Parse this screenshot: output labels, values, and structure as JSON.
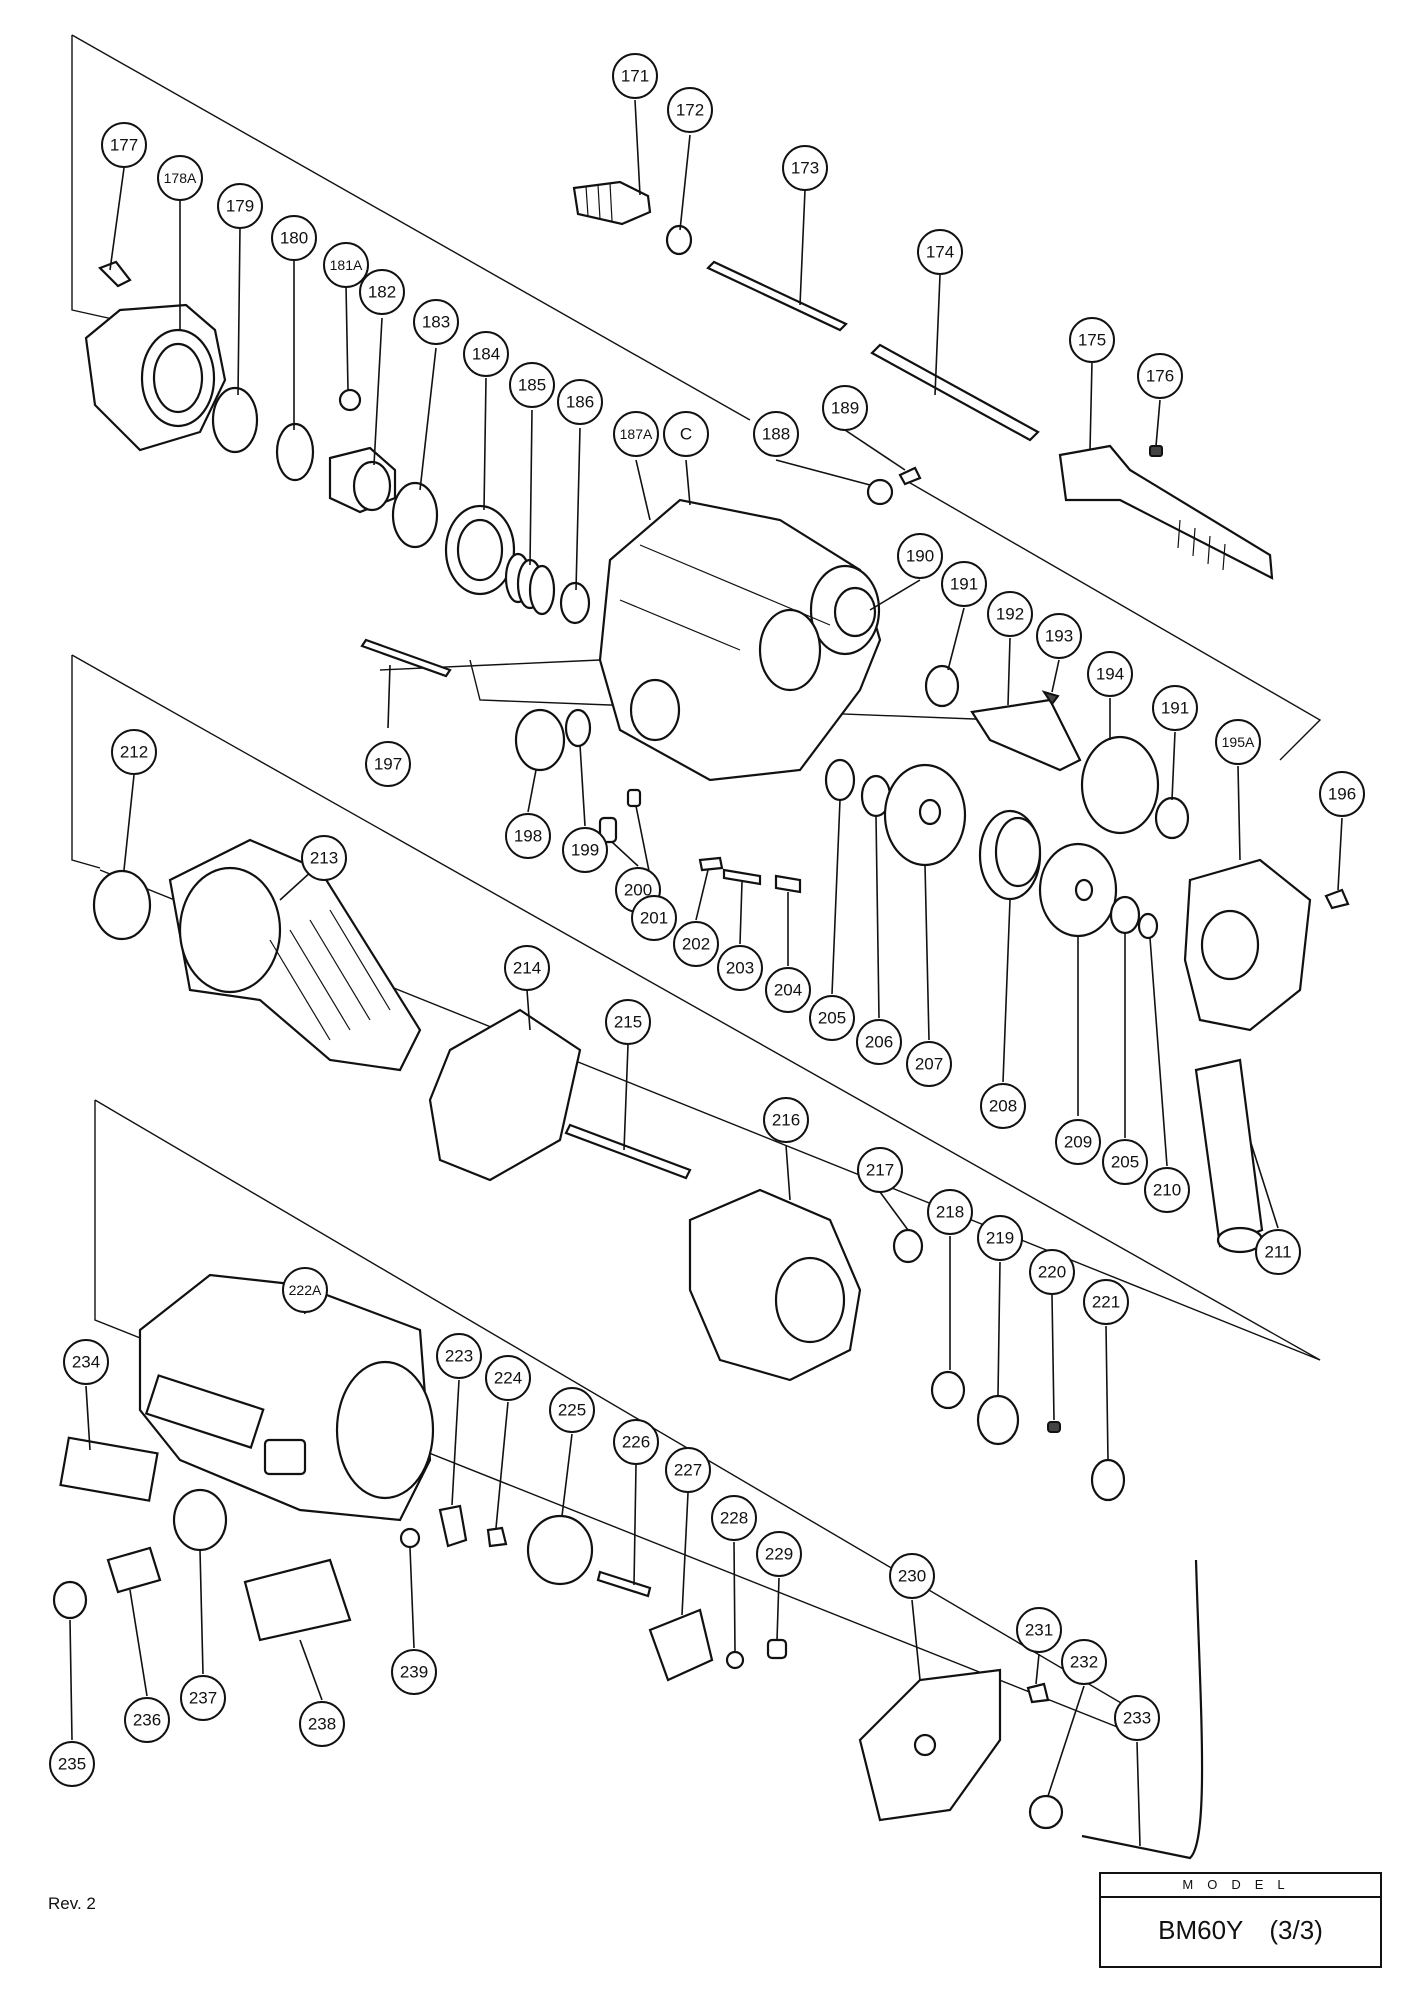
{
  "revision": "Rev. 2",
  "model_box": {
    "label": "MODEL",
    "model": "BM60Y",
    "sheet": "(3/3)"
  },
  "callouts": [
    {
      "id": "171",
      "label": "171"
    },
    {
      "id": "172",
      "label": "172"
    },
    {
      "id": "173",
      "label": "173"
    },
    {
      "id": "174",
      "label": "174"
    },
    {
      "id": "175",
      "label": "175"
    },
    {
      "id": "176",
      "label": "176"
    },
    {
      "id": "177",
      "label": "177"
    },
    {
      "id": "178A",
      "label": "178A"
    },
    {
      "id": "179",
      "label": "179"
    },
    {
      "id": "180",
      "label": "180"
    },
    {
      "id": "181A",
      "label": "181A"
    },
    {
      "id": "182",
      "label": "182"
    },
    {
      "id": "183",
      "label": "183"
    },
    {
      "id": "184",
      "label": "184"
    },
    {
      "id": "185",
      "label": "185"
    },
    {
      "id": "186",
      "label": "186"
    },
    {
      "id": "187A",
      "label": "187A"
    },
    {
      "id": "C",
      "label": "C"
    },
    {
      "id": "188",
      "label": "188"
    },
    {
      "id": "189",
      "label": "189"
    },
    {
      "id": "190",
      "label": "190"
    },
    {
      "id": "191a",
      "label": "191"
    },
    {
      "id": "192",
      "label": "192"
    },
    {
      "id": "193",
      "label": "193"
    },
    {
      "id": "194",
      "label": "194"
    },
    {
      "id": "191b",
      "label": "191"
    },
    {
      "id": "195A",
      "label": "195A"
    },
    {
      "id": "196",
      "label": "196"
    },
    {
      "id": "197",
      "label": "197"
    },
    {
      "id": "198",
      "label": "198"
    },
    {
      "id": "199",
      "label": "199"
    },
    {
      "id": "200",
      "label": "200"
    },
    {
      "id": "201",
      "label": "201"
    },
    {
      "id": "202",
      "label": "202"
    },
    {
      "id": "203",
      "label": "203"
    },
    {
      "id": "204",
      "label": "204"
    },
    {
      "id": "205a",
      "label": "205"
    },
    {
      "id": "206",
      "label": "206"
    },
    {
      "id": "207",
      "label": "207"
    },
    {
      "id": "208",
      "label": "208"
    },
    {
      "id": "209",
      "label": "209"
    },
    {
      "id": "205b",
      "label": "205"
    },
    {
      "id": "210",
      "label": "210"
    },
    {
      "id": "211",
      "label": "211"
    },
    {
      "id": "212",
      "label": "212"
    },
    {
      "id": "213",
      "label": "213"
    },
    {
      "id": "214",
      "label": "214"
    },
    {
      "id": "215",
      "label": "215"
    },
    {
      "id": "216",
      "label": "216"
    },
    {
      "id": "217",
      "label": "217"
    },
    {
      "id": "218",
      "label": "218"
    },
    {
      "id": "219",
      "label": "219"
    },
    {
      "id": "220",
      "label": "220"
    },
    {
      "id": "221",
      "label": "221"
    },
    {
      "id": "222A",
      "label": "222A"
    },
    {
      "id": "223",
      "label": "223"
    },
    {
      "id": "224",
      "label": "224"
    },
    {
      "id": "225",
      "label": "225"
    },
    {
      "id": "226",
      "label": "226"
    },
    {
      "id": "227",
      "label": "227"
    },
    {
      "id": "228",
      "label": "228"
    },
    {
      "id": "229",
      "label": "229"
    },
    {
      "id": "230",
      "label": "230"
    },
    {
      "id": "231",
      "label": "231"
    },
    {
      "id": "232",
      "label": "232"
    },
    {
      "id": "233",
      "label": "233"
    },
    {
      "id": "234",
      "label": "234"
    },
    {
      "id": "235",
      "label": "235"
    },
    {
      "id": "236",
      "label": "236"
    },
    {
      "id": "237",
      "label": "237"
    },
    {
      "id": "238",
      "label": "238"
    },
    {
      "id": "239",
      "label": "239"
    }
  ]
}
